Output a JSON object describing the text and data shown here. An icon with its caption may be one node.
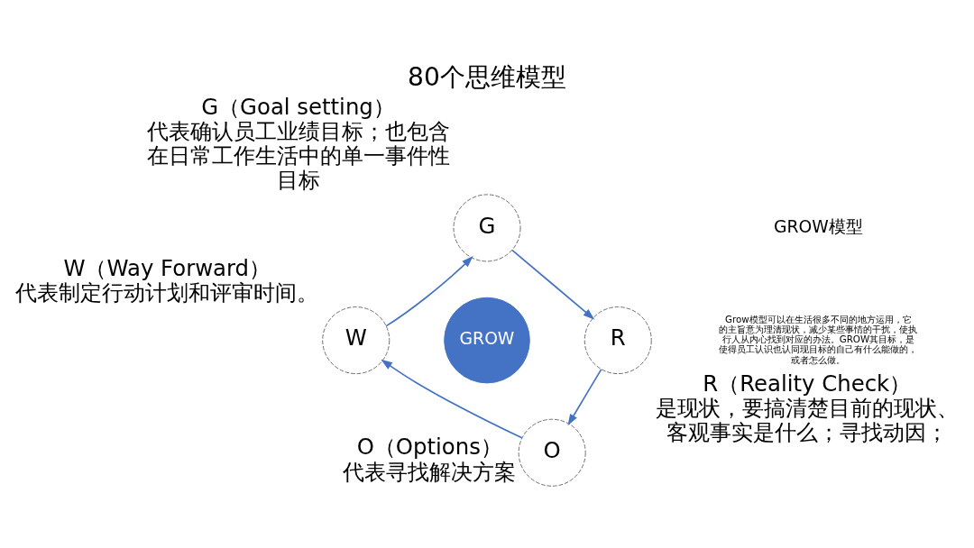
{
  "diagram": {
    "title": "80个思维模型",
    "nodes": [
      {
        "text": [
          "GROW"
        ]
      },
      {
        "text": [
          "G"
        ],
        "beside": [
          "G（Goal setting）",
          "代表确认员工业绩目标；也包含在日常工作生活中的单一事件性目标"
        ]
      },
      {
        "text": [
          "R"
        ],
        "beside": [
          "R（Reality Check）",
          "是现状，要搞清楚目前的现状、客观事实是什么；寻找动因；"
        ]
      },
      {
        "text": [
          "O"
        ],
        "beside": [
          "O（Options）",
          "代表寻找解决方案"
        ]
      },
      {
        "text": [
          "W"
        ],
        "beside": [
          "W（Way Forward）",
          "代表制定行动计划和评审时间。"
        ]
      }
    ],
    "edges": [
      {
        "from": 1,
        "to": 2,
        "arrow": "to"
      },
      {
        "from": 2,
        "to": 3,
        "arrow": "to"
      },
      {
        "from": 3,
        "to": 4,
        "arrow": "to"
      },
      {
        "from": 4,
        "to": 1,
        "arrow": "to"
      }
    ],
    "labels": [
      "GROW模型",
      "Grow模型可以在生活很多不同的地方运用，它的主旨意为理清现状，减少某些事情的干扰，使执行人从内心找到对应的办法。GROW其目标，是使得员工认识也认同现目标的自己有什么能做的，或者怎么做。"
    ]
  }
}
